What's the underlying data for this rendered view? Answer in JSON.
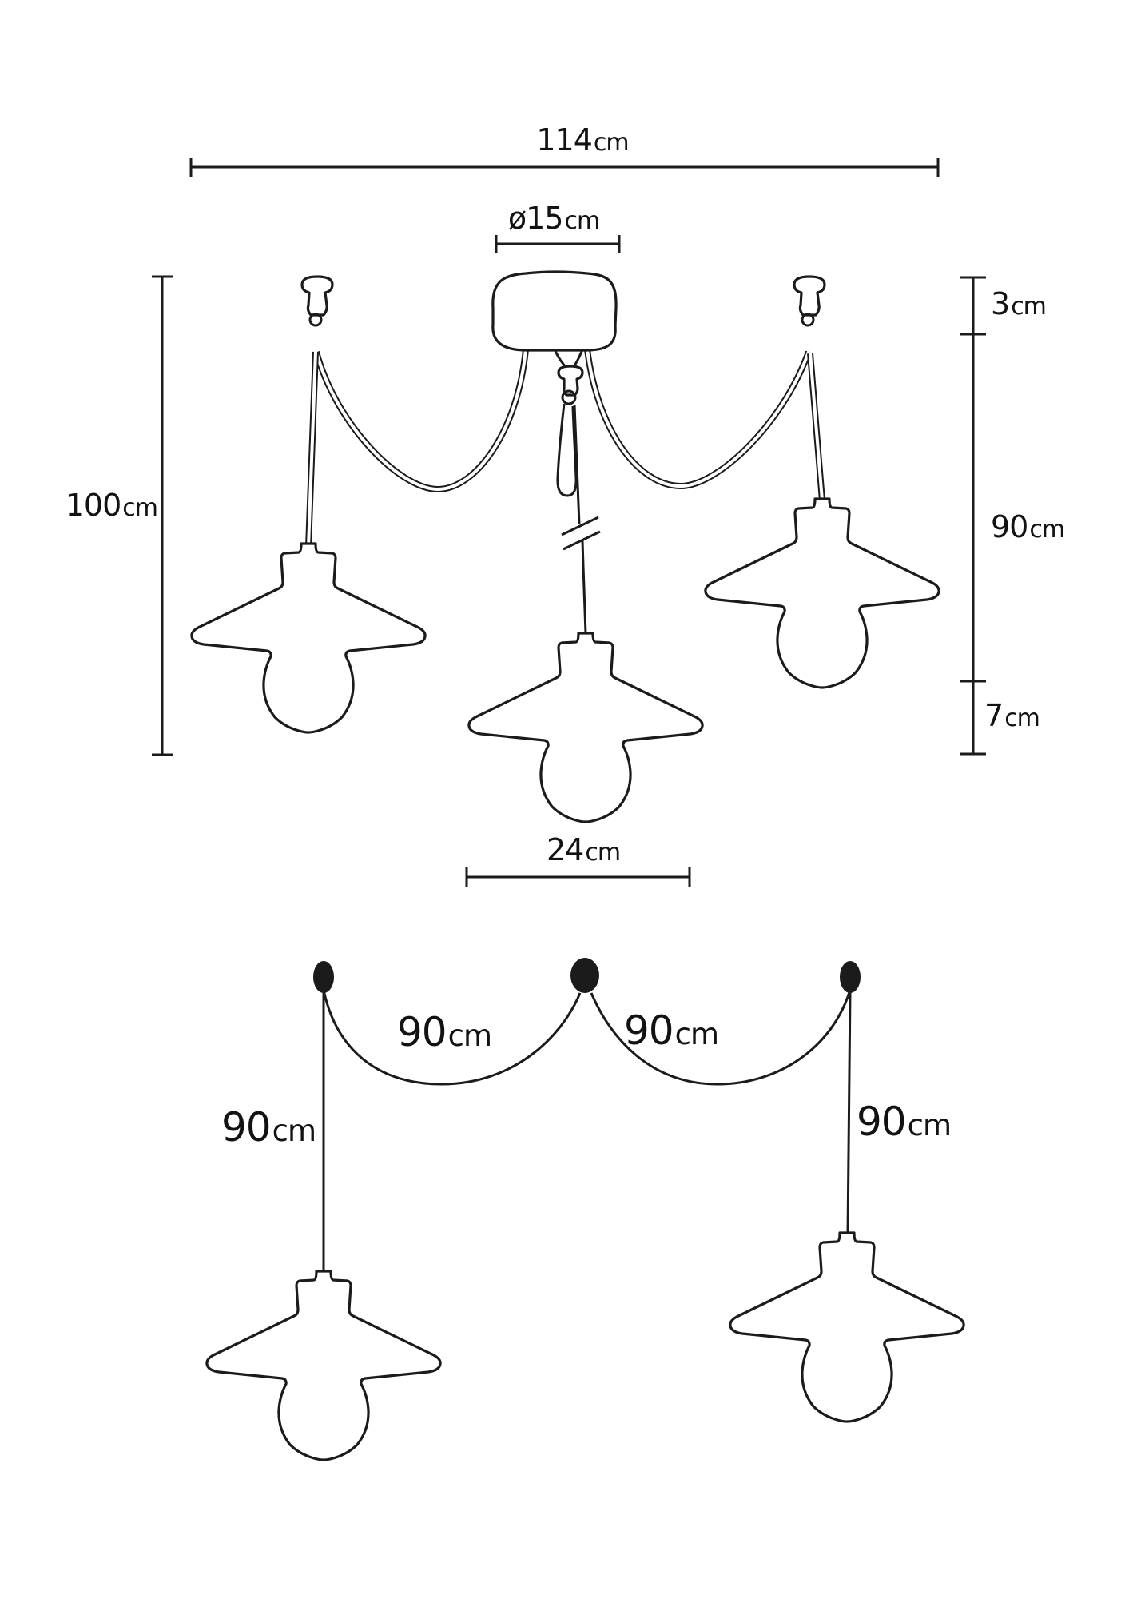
{
  "title": "Three-light spider pendant lamp dimension diagram",
  "colors": {
    "background": "#ffffff",
    "line": "#1b1b1b",
    "text": "#121212"
  },
  "front_view": {
    "total_width": {
      "num": "114",
      "unit": "cm"
    },
    "canopy_diameter": {
      "num": "ø15",
      "unit": "cm"
    },
    "total_height": {
      "num": "100",
      "unit": "cm"
    },
    "canopy_height": {
      "num": "3",
      "unit": "cm"
    },
    "cable_drop": {
      "num": "90",
      "unit": "cm"
    },
    "bulb_overhang": {
      "num": "7",
      "unit": "cm"
    },
    "shade_diameter": {
      "num": "24",
      "unit": "cm"
    }
  },
  "cable_view": {
    "left_arc": {
      "num": "90",
      "unit": "cm"
    },
    "right_arc": {
      "num": "90",
      "unit": "cm"
    },
    "left_drop": {
      "num": "90",
      "unit": "cm"
    },
    "right_drop": {
      "num": "90",
      "unit": "cm"
    }
  }
}
